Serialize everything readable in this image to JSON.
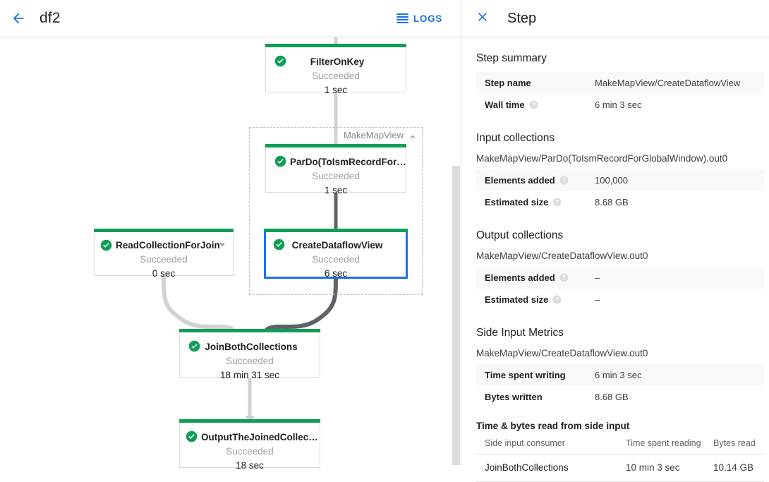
{
  "header": {
    "back_icon": "arrow-left-icon",
    "job_title": "df2",
    "logs_label": "LOGS",
    "logs_icon": "hamburger-icon"
  },
  "graph": {
    "group": {
      "label": "MakeMapView",
      "chevron_icon": "chevron-up-icon"
    },
    "nodes": [
      {
        "id": "filter-on-key",
        "title": "FilterOnKey",
        "status": "Succeeded",
        "duration": "1 sec",
        "status_icon": "check-circle-icon",
        "selected": false,
        "chevron_icon": null
      },
      {
        "id": "pardo-to-ism-record",
        "title": "ParDo(ToIsmRecordFor…",
        "status": "Succeeded",
        "duration": "1 sec",
        "status_icon": "check-circle-icon",
        "selected": false,
        "chevron_icon": null
      },
      {
        "id": "create-dataflow-view",
        "title": "CreateDataflowView",
        "status": "Succeeded",
        "duration": "6 sec",
        "status_icon": "check-circle-icon",
        "selected": true,
        "chevron_icon": null
      },
      {
        "id": "read-collection-for-join",
        "title": "ReadCollectionForJoin",
        "status": "Succeeded",
        "duration": "0 sec",
        "status_icon": "check-circle-icon",
        "selected": false,
        "chevron_icon": "chevron-down-icon"
      },
      {
        "id": "join-both-collections",
        "title": "JoinBothCollections",
        "status": "Succeeded",
        "duration": "18 min 31 sec",
        "status_icon": "check-circle-icon",
        "selected": false,
        "chevron_icon": null
      },
      {
        "id": "output-the-joined-collection",
        "title": "OutputTheJoinedCollec…",
        "status": "Succeeded",
        "duration": "18 sec",
        "status_icon": "check-circle-icon",
        "selected": false,
        "chevron_icon": null
      }
    ],
    "colors": {
      "node_status_bar": "#0f9d58",
      "selected_border": "#1a73e8",
      "edge_default": "#d2d2d2",
      "edge_highlight": "#5f6368"
    }
  },
  "step_panel": {
    "close_icon": "close-icon",
    "title": "Step",
    "summary": {
      "heading": "Step summary",
      "rows": [
        {
          "key": "Step name",
          "value": "MakeMapView/CreateDataflowView",
          "help": false
        },
        {
          "key": "Wall time",
          "value": "6 min 3 sec",
          "help": true
        }
      ]
    },
    "input_collections": {
      "heading": "Input collections",
      "name": "MakeMapView/ParDo(ToIsmRecordForGlobalWindow).out0",
      "rows": [
        {
          "key": "Elements added",
          "value": "100,000",
          "help": true
        },
        {
          "key": "Estimated size",
          "value": "8.68 GB",
          "help": true
        }
      ]
    },
    "output_collections": {
      "heading": "Output collections",
      "name": "MakeMapView/CreateDataflowView.out0",
      "rows": [
        {
          "key": "Elements added",
          "value": "–",
          "help": true
        },
        {
          "key": "Estimated size",
          "value": "–",
          "help": true
        }
      ]
    },
    "side_input_metrics": {
      "heading": "Side Input Metrics",
      "name": "MakeMapView/CreateDataflowView.out0",
      "rows": [
        {
          "key": "Time spent writing",
          "value": "6 min 3 sec",
          "help": false
        },
        {
          "key": "Bytes written",
          "value": "8.68 GB",
          "help": false
        }
      ],
      "table": {
        "subheading": "Time & bytes read from side input",
        "columns": [
          "Side input consumer",
          "Time spent reading",
          "Bytes read"
        ],
        "rows": [
          [
            "JoinBothCollections",
            "10 min 3 sec",
            "10.14 GB"
          ]
        ]
      }
    }
  }
}
